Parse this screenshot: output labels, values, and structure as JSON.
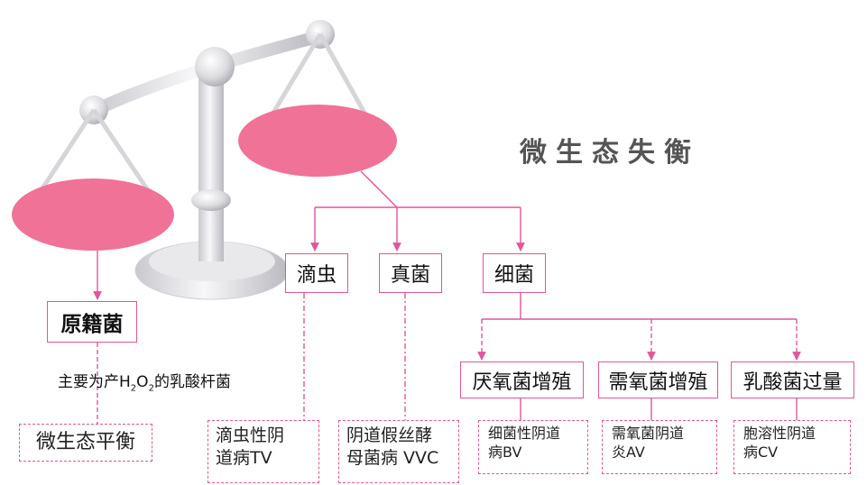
{
  "title": "微生态失衡",
  "left": {
    "label": "原籍菌",
    "desc_pre": "主要为产H",
    "desc_sub1": "2",
    "desc_mid": "O",
    "desc_sub2": "2",
    "desc_post": "的乳酸杆菌",
    "result": "微生态平衡"
  },
  "categories": {
    "trich": "滴虫",
    "fungus": "真菌",
    "bacteria": "细菌"
  },
  "results": {
    "tv_line1": "滴虫性阴",
    "tv_line2": "道病TV",
    "vvc_line1": "阴道假丝酵",
    "vvc_line2": "母菌病 VVC"
  },
  "bacteria_types": {
    "anaerobic": "厌氧菌增殖",
    "aerobic": "需氧菌增殖",
    "lacto": "乳酸菌过量"
  },
  "bacteria_results": {
    "bv_line1": "细菌性阴道",
    "bv_line2": "病BV",
    "av_line1": "需氧菌阴道",
    "av_line2": "炎AV",
    "cv_line1": "胞溶性阴道",
    "cv_line2": "病CV"
  }
}
